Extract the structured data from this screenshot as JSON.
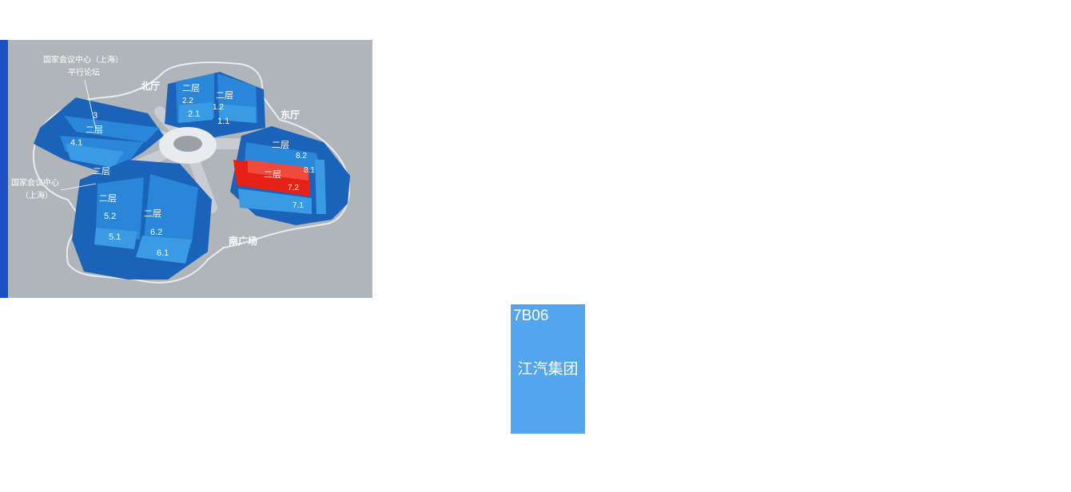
{
  "map": {
    "labels": {
      "ncc_forum_line1": "国家会议中心（上海）",
      "ncc_forum_line2": "平行论坛",
      "north_hall": "北厅",
      "east_hall": "东厅",
      "ncc_line1": "国家会议中心",
      "ncc_line2": "（上海）",
      "south_plaza": "南广场",
      "second_floor": "二层"
    },
    "halls": {
      "h2_2": "2.2",
      "h1_2": "1.2",
      "h2_1": "2.1",
      "h1_1": "1.1",
      "h3": "3",
      "h4_1": "4.1",
      "h8_2": "8.2",
      "h8_1": "8.1",
      "h7_2": "7.2",
      "h7_1": "7.1",
      "h5_2": "5.2",
      "h5_1": "5.1",
      "h6_2": "6.2",
      "h6_1": "6.1"
    },
    "colors": {
      "highlight": "#e62117",
      "hall": "#1a72c9",
      "hall_light": "#3a9ae4",
      "background": "#b0b5ba"
    }
  },
  "booth": {
    "code": "7B06",
    "name": "江汽集团",
    "color": "#53a6ee"
  }
}
